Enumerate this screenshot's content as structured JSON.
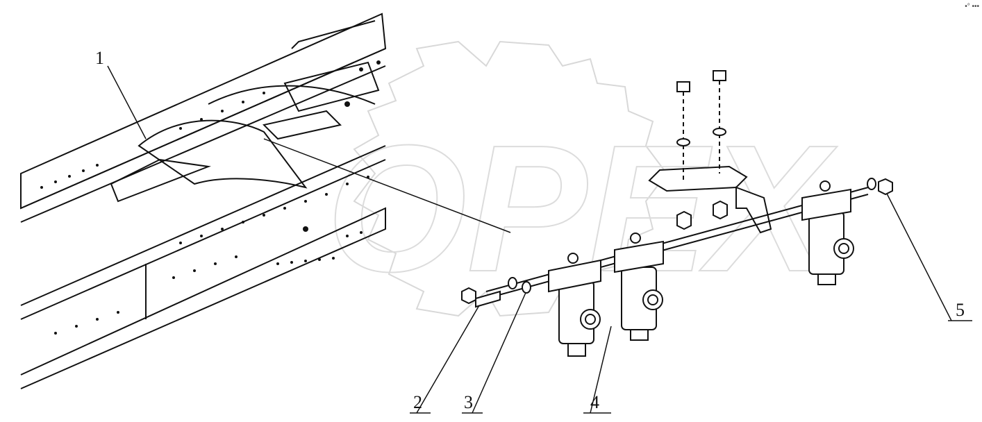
{
  "callouts": {
    "c1": "1",
    "c2": "2",
    "c3": "3",
    "c4": "4",
    "c5": "5"
  },
  "watermark": "OPEX",
  "corner_mark": "•° •••",
  "colors": {
    "line": "#111111",
    "watermark": "#e6e6e6",
    "paper": "#ffffff"
  }
}
